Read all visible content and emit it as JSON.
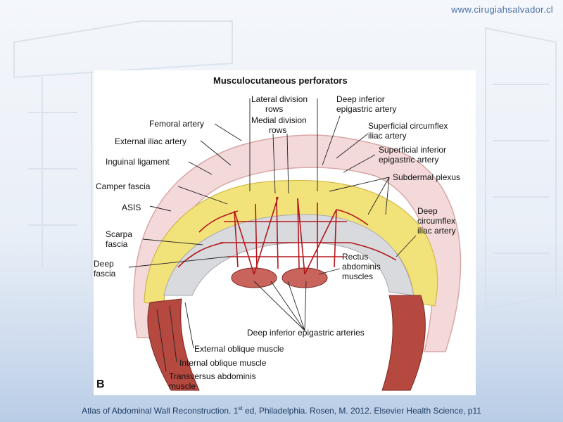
{
  "header": {
    "site_url": "www.cirugiahsalvador.cl"
  },
  "figure": {
    "title": "Musculocutaneous perforators",
    "panel_letter": "B",
    "labels": {
      "lateral_division_rows": [
        "Lateral division",
        "rows"
      ],
      "medial_division_rows": [
        "Medial division",
        "rows"
      ],
      "deep_inferior_epigastric_artery": [
        "Deep inferior",
        "epigastric artery"
      ],
      "femoral_artery": "Femoral artery",
      "external_iliac_artery": "External iliac artery",
      "inguinal_ligament": "Inguinal ligament",
      "camper_fascia": "Camper fascia",
      "asis": "ASIS",
      "scarpa_fascia": [
        "Scarpa",
        "fascia"
      ],
      "deep_fascia": [
        "Deep",
        "fascia"
      ],
      "superficial_circumflex_iliac_artery": [
        "Superficial circumflex",
        "iliac artery"
      ],
      "superficial_inferior_epigastric_artery": [
        "Superficial inferior",
        "epigastric artery"
      ],
      "subdermal_plexus": "Subdermal plexus",
      "deep_circumflex_iliac_artery": [
        "Deep",
        "circumflex",
        "iliac artery"
      ],
      "rectus_abdominis_muscles": [
        "Rectus",
        "abdominis",
        "muscles"
      ],
      "deep_inferior_epigastric_arteries": "Deep inferior epigastric arteries",
      "external_oblique_muscle": "External oblique muscle",
      "internal_oblique_muscle": "Internal oblique muscle",
      "transversus_abdominis_muscle": [
        "Transversus abdominis",
        "muscle"
      ]
    }
  },
  "footer": {
    "caption_part1": "Atlas of Abdominal Wall Reconstruction. 1",
    "caption_sup": "st",
    "caption_part2": " ed, Philadelphia. Rosen, M. 2012. Elsevier Health Science, p11"
  },
  "colors": {
    "skin": "#f3d9d9",
    "fat_yellow": "#f2e27a",
    "fascia_gray": "#d9dadd",
    "muscle_red": "#b5483f",
    "artery_red": "#b3171d",
    "accent_blue": "#4a6fa5"
  }
}
